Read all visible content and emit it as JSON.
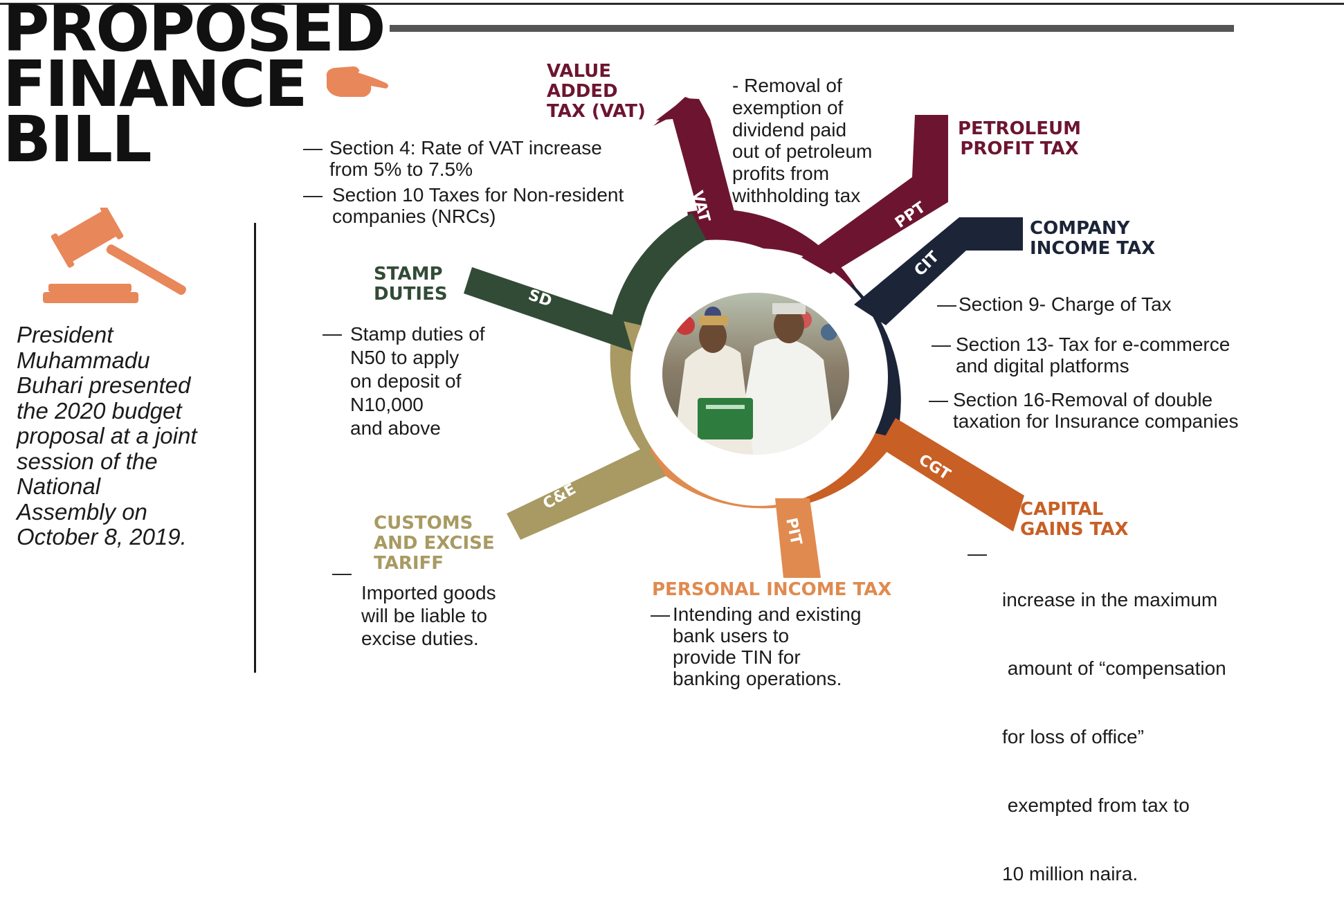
{
  "title": {
    "lines": [
      "PROPOSED",
      "FINANCE",
      "BILL"
    ]
  },
  "caption": {
    "lines": [
      "President",
      "Muhammadu",
      "Buhari presented",
      "the 2020 budget",
      "proposal at a joint",
      "session of the",
      "National",
      "Assembly on",
      "October 8, 2019."
    ]
  },
  "icons": {
    "pointer": "pointing-hand-icon",
    "gavel": "gavel-icon",
    "center_photo": "budget-presentation-photo"
  },
  "colors": {
    "vat": "#6d1530",
    "ppt": "#6d1530",
    "cit": "#1c2438",
    "cgt": "#c85f25",
    "pit": "#e08a4f",
    "ce": "#a89a62",
    "sd": "#324b36",
    "accent_orange": "#e8875a"
  },
  "taxes": {
    "vat": {
      "abbr": "VAT",
      "heading": [
        "VALUE",
        "ADDED",
        "TAX (VAT)"
      ],
      "items": [
        [
          "Section 4: Rate of VAT increase",
          "from 5% to 7.5%"
        ],
        [
          "Section 10 Taxes for Non-resident",
          "companies (NRCs)"
        ]
      ]
    },
    "ppt": {
      "abbr": "PPT",
      "heading": [
        "PETROLEUM",
        "PROFIT TAX"
      ],
      "items": [
        [
          "- Removal of",
          "exemption of",
          "dividend paid",
          "out of petroleum",
          "profits from",
          "withholding tax"
        ]
      ]
    },
    "cit": {
      "abbr": "CIT",
      "heading": [
        "COMPANY",
        "INCOME TAX"
      ],
      "items": [
        [
          "Section 9- Charge of Tax"
        ],
        [
          "Section 13- Tax for e-commerce",
          "and digital platforms"
        ],
        [
          "Section 16-Removal of double",
          "taxation for Insurance companies"
        ]
      ]
    },
    "cgt": {
      "abbr": "CGT",
      "heading": [
        "CAPITAL",
        "GAINS TAX"
      ],
      "items": [
        [
          "increase in the maximum",
          " amount of “compensation",
          "for loss of office”",
          " exempted from tax to",
          "10 million naira."
        ]
      ]
    },
    "pit": {
      "abbr": "PIT",
      "heading": [
        "PERSONAL INCOME TAX"
      ],
      "items": [
        [
          "Intending and existing",
          "bank users to",
          "provide TIN for",
          "banking operations."
        ]
      ]
    },
    "ce": {
      "abbr": "C&E",
      "heading": [
        "CUSTOMS",
        "AND EXCISE",
        "TARIFF"
      ],
      "items": [
        [
          "Imported goods",
          "will be liable to",
          "excise duties."
        ]
      ]
    },
    "sd": {
      "abbr": "SD",
      "heading": [
        "STAMP",
        "DUTIES"
      ],
      "items": [
        [
          "Stamp duties of",
          "N50 to apply",
          "on deposit of",
          "N10,000",
          "and above"
        ]
      ]
    }
  }
}
